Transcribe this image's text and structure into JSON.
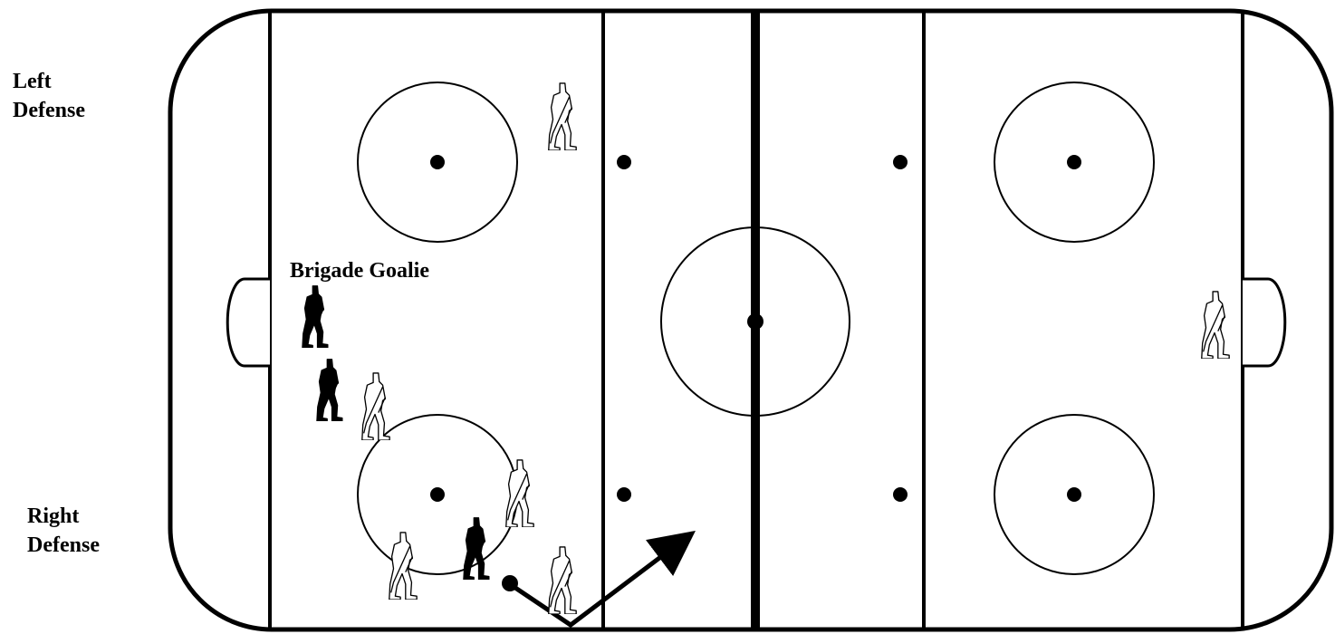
{
  "labels": {
    "left_defense_line1": "Left",
    "left_defense_line2": "Defense",
    "right_defense_line1": "Right",
    "right_defense_line2": "Defense",
    "goalie": "Brigade Goalie"
  },
  "colors": {
    "line": "#000000",
    "ice": "#ffffff",
    "dark_team": "#000000",
    "light_team": "#ffffff"
  },
  "icons": {
    "dark_player": "hockey-player-filled",
    "light_player": "hockey-player-outline",
    "puck": "puck-dot",
    "pass_arrow": "arrow"
  }
}
